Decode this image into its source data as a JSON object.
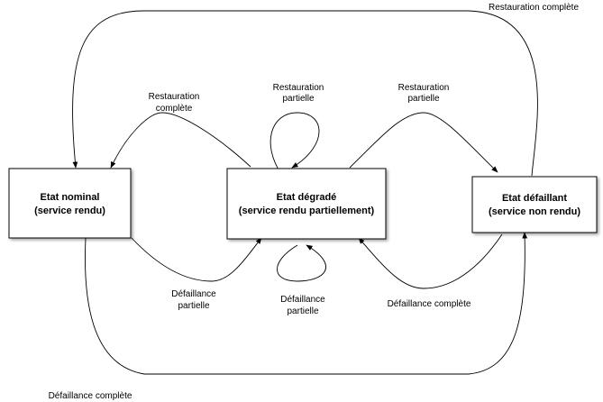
{
  "states": {
    "nominal": {
      "line1": "Etat nominal",
      "line2": "(service rendu)"
    },
    "degraded": {
      "line1": "Etat dégradé",
      "line2": "(service rendu partiellement)"
    },
    "failed": {
      "line1": "Etat défaillant",
      "line2": "(service non rendu)"
    }
  },
  "transitions": {
    "top_full_restore": {
      "line1": "Restauration complète"
    },
    "restore_deg_to_nom": {
      "line1": "Restauration",
      "line2": "complète"
    },
    "self_restore_partial": {
      "line1": "Restauration",
      "line2": "partielle"
    },
    "restore_fail_to_deg": {
      "line1": "Restauration",
      "line2": "partielle"
    },
    "fail_nom_to_deg": {
      "line1": "Défaillance",
      "line2": "partielle"
    },
    "self_fail_partial": {
      "line1": "Défaillance",
      "line2": "partielle"
    },
    "fail_deg_to_fail": {
      "line1": "Défaillance complète"
    },
    "bottom_full_fail": {
      "line1": "Défaillance complète"
    }
  }
}
